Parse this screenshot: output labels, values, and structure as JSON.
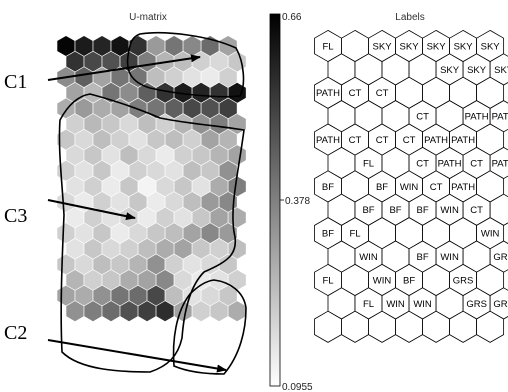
{
  "umatrix": {
    "title": "U-matrix",
    "colorbar": {
      "max": "0.66",
      "mid": "0.378",
      "min": "0.0955"
    },
    "cols": 10,
    "rows": 18,
    "values": [
      [
        0.65,
        0.6,
        0.58,
        0.62,
        0.55,
        0.32,
        0.4,
        0.36,
        0.42,
        0.3
      ],
      [
        0.55,
        0.5,
        0.48,
        0.52,
        0.38,
        0.26,
        0.24,
        0.2,
        0.18,
        0.22
      ],
      [
        0.35,
        0.45,
        0.3,
        0.4,
        0.4,
        0.24,
        0.2,
        0.16,
        0.14,
        0.2
      ],
      [
        0.3,
        0.25,
        0.4,
        0.35,
        0.45,
        0.55,
        0.6,
        0.58,
        0.55,
        0.62
      ],
      [
        0.28,
        0.32,
        0.28,
        0.3,
        0.38,
        0.4,
        0.45,
        0.5,
        0.48,
        0.52
      ],
      [
        0.2,
        0.25,
        0.22,
        0.18,
        0.24,
        0.2,
        0.26,
        0.34,
        0.38,
        0.3
      ],
      [
        0.22,
        0.18,
        0.24,
        0.2,
        0.16,
        0.22,
        0.24,
        0.2,
        0.3,
        0.26
      ],
      [
        0.18,
        0.22,
        0.16,
        0.24,
        0.18,
        0.14,
        0.2,
        0.22,
        0.26,
        0.3
      ],
      [
        0.2,
        0.16,
        0.22,
        0.14,
        0.2,
        0.18,
        0.16,
        0.24,
        0.22,
        0.34
      ],
      [
        0.16,
        0.2,
        0.14,
        0.22,
        0.12,
        0.18,
        0.22,
        0.16,
        0.28,
        0.38
      ],
      [
        0.18,
        0.14,
        0.2,
        0.16,
        0.22,
        0.14,
        0.18,
        0.24,
        0.32,
        0.36
      ],
      [
        0.14,
        0.2,
        0.16,
        0.2,
        0.14,
        0.2,
        0.16,
        0.22,
        0.3,
        0.28
      ],
      [
        0.2,
        0.16,
        0.22,
        0.14,
        0.18,
        0.22,
        0.24,
        0.3,
        0.36,
        0.32
      ],
      [
        0.16,
        0.22,
        0.18,
        0.2,
        0.24,
        0.28,
        0.3,
        0.22,
        0.2,
        0.24
      ],
      [
        0.22,
        0.18,
        0.24,
        0.22,
        0.26,
        0.34,
        0.2,
        0.16,
        0.18,
        0.22
      ],
      [
        0.26,
        0.2,
        0.22,
        0.28,
        0.3,
        0.36,
        0.18,
        0.14,
        0.16,
        0.2
      ],
      [
        0.3,
        0.28,
        0.34,
        0.4,
        0.42,
        0.5,
        0.24,
        0.16,
        0.18,
        0.22
      ],
      [
        0.34,
        0.38,
        0.42,
        0.48,
        0.52,
        0.56,
        0.3,
        0.2,
        0.22,
        0.28
      ]
    ]
  },
  "labels": {
    "title": "Labels",
    "cols": 7,
    "rows": 13,
    "grid": [
      [
        "FL",
        "",
        "SKY",
        "SKY",
        "SKY",
        "SKY",
        "SKY"
      ],
      [
        "",
        "",
        "",
        "",
        "SKY",
        "SKY",
        "SKY"
      ],
      [
        "PATH",
        "CT",
        "CT",
        "",
        "",
        "",
        ""
      ],
      [
        "",
        "",
        "",
        "CT",
        "",
        "PATH",
        "PATH"
      ],
      [
        "PATH",
        "CT",
        "CT",
        "CT",
        "PATH",
        "PATH",
        ""
      ],
      [
        "",
        "FL",
        "",
        "CT",
        "PATH",
        "CT",
        "PATH"
      ],
      [
        "BF",
        "",
        "BF",
        "WIN",
        "CT",
        "PATH",
        ""
      ],
      [
        "",
        "BF",
        "BF",
        "BF",
        "WIN",
        "CT",
        ""
      ],
      [
        "BF",
        "FL",
        "",
        "",
        "",
        "",
        "WIN"
      ],
      [
        "",
        "WIN",
        "",
        "BF",
        "WIN",
        "",
        "GRS"
      ],
      [
        "FL",
        "",
        "WIN",
        "BF",
        "",
        "GRS",
        ""
      ],
      [
        "",
        "FL",
        "WIN",
        "WIN",
        "",
        "GRS",
        "GRS"
      ],
      [
        "",
        "",
        "",
        "",
        "",
        "",
        ""
      ]
    ]
  },
  "clusters": [
    {
      "label": "C1"
    },
    {
      "label": "C3"
    },
    {
      "label": "C2"
    }
  ],
  "colors": {
    "cluster_outline": "#000000",
    "arrow": "#000000",
    "hex_edge": "#000000"
  }
}
